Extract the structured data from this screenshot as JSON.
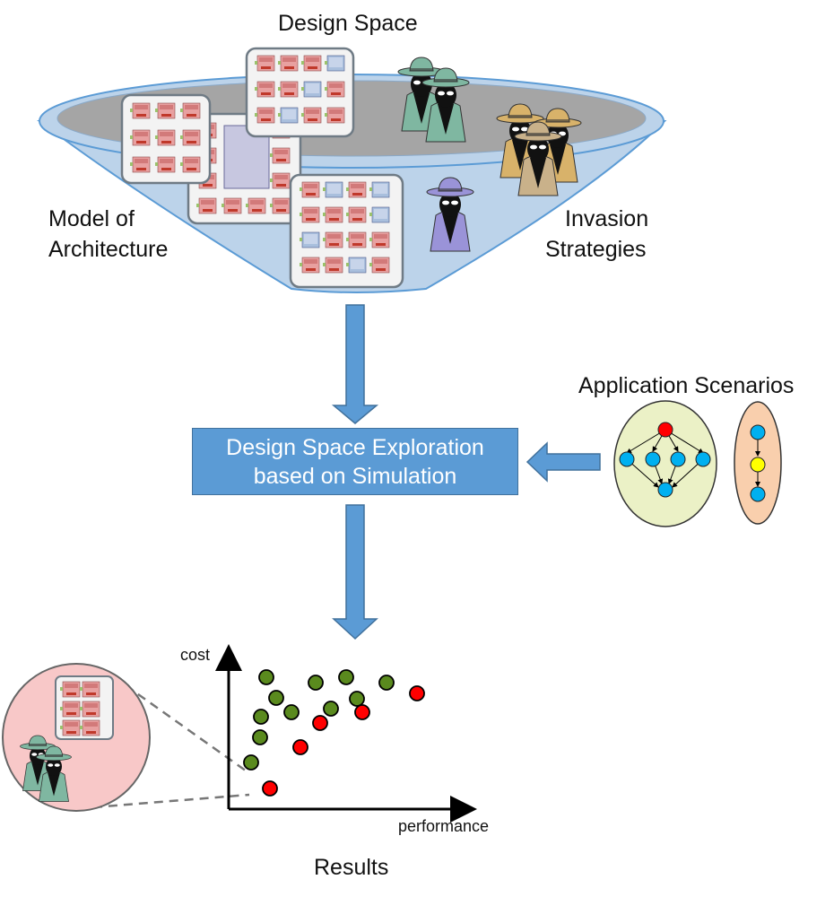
{
  "labels": {
    "design_space": "Design Space",
    "model_line1": "Model of",
    "model_line2": "Architecture",
    "invasion_line1": "Invasion",
    "invasion_line2": "Strategies",
    "app_scenarios": "Application Scenarios",
    "dse_line1": "Design Space Exploration",
    "dse_line2": "based on Simulation",
    "results": "Results",
    "cost_axis": "cost",
    "performance_axis": "performance"
  },
  "colors": {
    "funnel_fill": "#bcd3ea",
    "funnel_inner": "#a5a5a5",
    "arrow_blue": "#5b9bd5",
    "green_point": "#5a8a1e",
    "red_point": "#ff0000",
    "graph_green_bg": "#ebf1c6",
    "graph_orange_bg": "#f9cfad",
    "node_blue": "#00b0f0",
    "node_red": "#ff0000",
    "node_yellow": "#ffff00",
    "zoom_circle": "#f8c8c8"
  },
  "icons": [
    "chip-tile-icon",
    "spy-agent-icon",
    "task-graph-icon"
  ],
  "scatter": {
    "green_points": [
      [
        280,
        850
      ],
      [
        290,
        822
      ],
      [
        291,
        799
      ],
      [
        308,
        778
      ],
      [
        297,
        755
      ],
      [
        325,
        794
      ],
      [
        352,
        761
      ],
      [
        369,
        790
      ],
      [
        386,
        755
      ],
      [
        398,
        779
      ],
      [
        431,
        761
      ]
    ],
    "red_points": [
      [
        301,
        879
      ],
      [
        335,
        833
      ],
      [
        357,
        806
      ],
      [
        404,
        794
      ],
      [
        465,
        773
      ]
    ]
  }
}
